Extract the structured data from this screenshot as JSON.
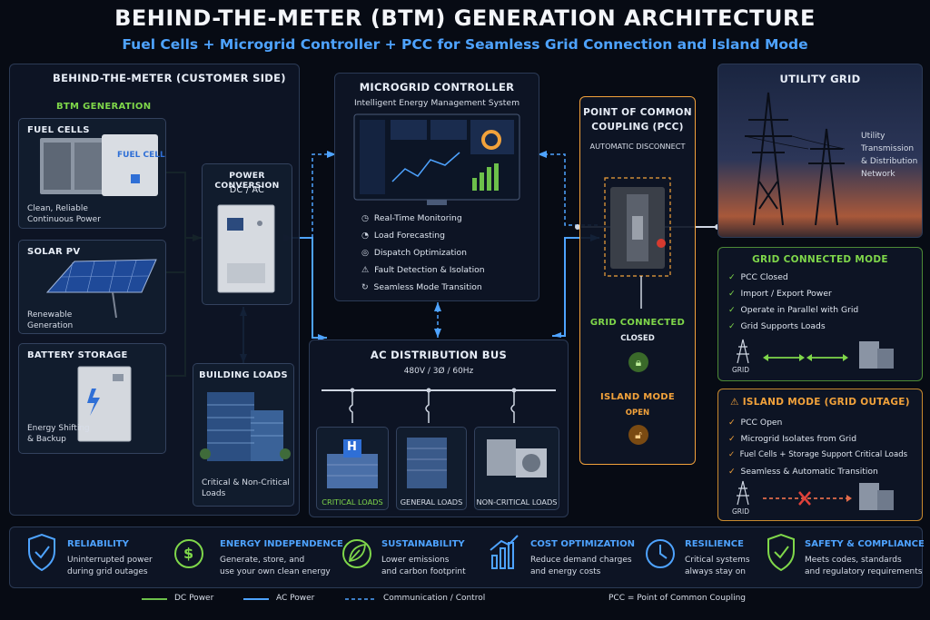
{
  "header": {
    "title": "BEHIND-THE-METER (BTM) GENERATION ARCHITECTURE",
    "subtitle": "Fuel Cells + Microgrid Controller + PCC for Seamless Grid Connection and Island Mode"
  },
  "btm": {
    "title": "BEHIND-THE-METER (CUSTOMER SIDE)",
    "generation_label": "BTM GENERATION",
    "fuel_cells": {
      "title": "FUEL CELLS",
      "desc": [
        "Clean, Reliable",
        "Continuous Power"
      ],
      "unit_label": "FUEL CELL"
    },
    "solar": {
      "title": "SOLAR PV",
      "desc": [
        "Renewable",
        "Generation"
      ]
    },
    "battery": {
      "title": "BATTERY STORAGE",
      "desc": [
        "Energy Shifting",
        "& Backup"
      ]
    },
    "power_conversion": {
      "title": "POWER CONVERSION",
      "subtitle": "DC / AC"
    },
    "building_loads": {
      "title": "BUILDING LOADS",
      "desc": [
        "Critical & Non-Critical",
        "Loads"
      ]
    }
  },
  "controller": {
    "title": "MICROGRID CONTROLLER",
    "subtitle": "Intelligent Energy Management System",
    "features": [
      "Real-Time Monitoring",
      "Load Forecasting",
      "Dispatch Optimization",
      "Fault Detection & Isolation",
      "Seamless Mode Transition"
    ],
    "feature_icons": [
      "clock-icon",
      "gauge-icon",
      "target-icon",
      "warning-icon",
      "refresh-icon"
    ]
  },
  "bus": {
    "title": "AC DISTRIBUTION BUS",
    "spec": "480V / 3Ø / 60Hz",
    "loads": [
      "CRITICAL LOADS",
      "GENERAL LOADS",
      "NON-CRITICAL LOADS"
    ]
  },
  "pcc": {
    "title": [
      "POINT OF COMMON",
      "COUPLING (PCC)"
    ],
    "subtitle": "AUTOMATIC DISCONNECT",
    "grid_connected": "GRID CONNECTED",
    "closed": "CLOSED",
    "island_mode": "ISLAND MODE",
    "open": "OPEN"
  },
  "utility": {
    "title": "UTILITY GRID",
    "desc": [
      "Utility",
      "Transmission",
      "& Distribution",
      "Network"
    ]
  },
  "grid_mode": {
    "title": "GRID CONNECTED MODE",
    "items": [
      "PCC Closed",
      "Import / Export Power",
      "Operate in Parallel with Grid",
      "Grid Supports Loads"
    ],
    "grid_label": "GRID"
  },
  "island_mode": {
    "title": "ISLAND MODE (GRID OUTAGE)",
    "items": [
      "PCC Open",
      "Microgrid Isolates from Grid",
      "Fuel Cells + Storage Support Critical Loads",
      "Seamless & Automatic Transition"
    ],
    "grid_label": "GRID"
  },
  "benefits": [
    {
      "title": "RELIABILITY",
      "lines": [
        "Uninterrupted power",
        "during grid outages"
      ],
      "icon": "shield-check-icon"
    },
    {
      "title": "ENERGY INDEPENDENCE",
      "lines": [
        "Generate, store, and",
        "use your own clean energy"
      ],
      "icon": "dollar-icon"
    },
    {
      "title": "SUSTAINABILITY",
      "lines": [
        "Lower emissions",
        "and carbon footprint"
      ],
      "icon": "leaf-icon"
    },
    {
      "title": "COST OPTIMIZATION",
      "lines": [
        "Reduce demand charges",
        "and energy costs"
      ],
      "icon": "bar-chart-icon"
    },
    {
      "title": "RESILIENCE",
      "lines": [
        "Critical systems",
        "always stay on"
      ],
      "icon": "clock-icon"
    },
    {
      "title": "SAFETY & COMPLIANCE",
      "lines": [
        "Meets codes, standards",
        "and regulatory requirements"
      ],
      "icon": "shield-check-icon"
    }
  ],
  "legend": {
    "dc": "DC Power",
    "ac": "AC Power",
    "comm": "Communication / Control",
    "pcc_def": "PCC = Point of Common Coupling"
  },
  "colors": {
    "dc": "#6cc04a",
    "ac": "#4ea3ff",
    "comm": "#4ea3ff",
    "accent_orange": "#f2a23b",
    "accent_green": "#7fd74a"
  }
}
